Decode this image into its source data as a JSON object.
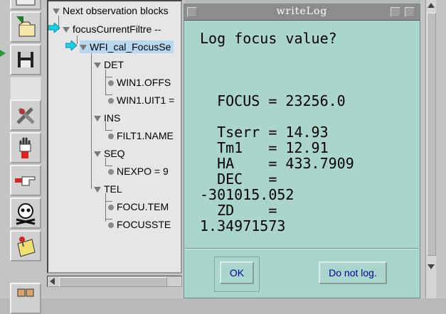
{
  "toolbar": {
    "buttons": [
      {
        "name": "toolbar-top-button",
        "icon": "window-icon"
      },
      {
        "name": "edit-folder-button",
        "icon": "pencil-folder-icon"
      },
      {
        "name": "save-button",
        "icon": "floppy-disk-icon"
      },
      {
        "name": "blank-button",
        "icon": "none"
      },
      {
        "name": "tools-button",
        "icon": "tools-icon"
      },
      {
        "name": "stop-button",
        "icon": "hand-icon"
      },
      {
        "name": "pointing-hand-button",
        "icon": "pointing-hand-icon"
      },
      {
        "name": "skull-button",
        "icon": "skull-crossbones-icon"
      },
      {
        "name": "notes-button",
        "icon": "notepad-pin-icon"
      },
      {
        "name": "bottom-button",
        "icon": "boxes-icon"
      }
    ]
  },
  "tree": {
    "root": "Next observation blocks",
    "focus": "focusCurrentFiltre --",
    "selected": "WFI_cal_FocusSe",
    "det": "DET",
    "det_items": [
      "WIN1.OFFS",
      "WIN1.UIT1 ="
    ],
    "ins": "INS",
    "ins_items": [
      "FILT1.NAME"
    ],
    "seq": "SEQ",
    "seq_items": [
      "NEXPO = 9"
    ],
    "tel": "TEL",
    "tel_items": [
      "FOCU.TEM",
      "FOCUSSTE"
    ]
  },
  "dialog": {
    "title": "writeLog",
    "message": "Log focus value?\n\n\n\n  FOCUS = 23256.0\n\n  Tserr = 14.93\n  Tm1   = 12.91\n  HA    = 433.7909\n  DEC   =\n-301015.052\n  ZD    =\n1.34971573",
    "ok_label": "OK",
    "cancel_label": "Do not log."
  },
  "colors": {
    "dialog_bg": "#a9d5cc",
    "titlebar_bg": "#8c8c8c",
    "button_text": "#00009a",
    "selection": "#b8d8f0",
    "arrow_cyan": "#1ad0e8"
  }
}
